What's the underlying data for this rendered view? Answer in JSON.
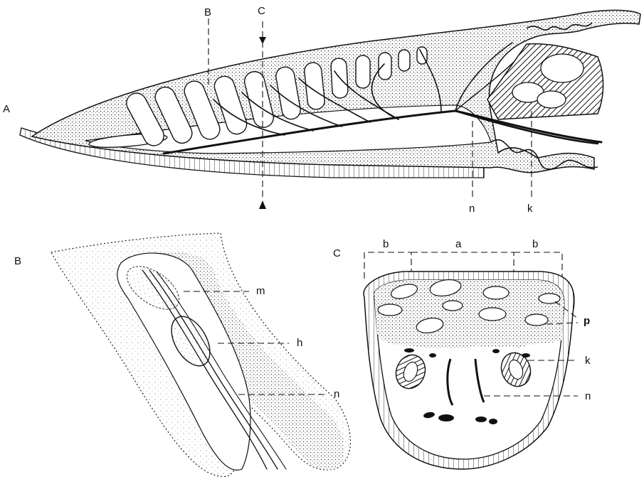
{
  "panels": {
    "A": {
      "panel_label": "A",
      "markers": {
        "b": "B",
        "c": "C",
        "n": "n",
        "k": "k"
      }
    },
    "B": {
      "panel_label": "B",
      "markers": {
        "m": "m",
        "h": "h",
        "n": "n"
      }
    },
    "C": {
      "panel_label": "C",
      "markers": {
        "b_left": "b",
        "a": "a",
        "b_right": "b",
        "p": "p",
        "k": "k",
        "n": "n"
      }
    }
  }
}
